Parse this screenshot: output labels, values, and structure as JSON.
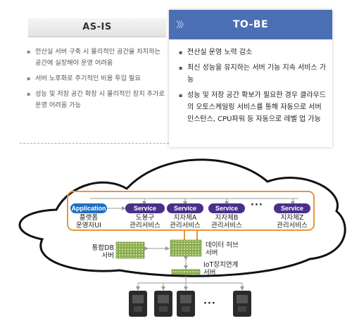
{
  "as_is": {
    "title": "AS-IS",
    "items": [
      "전산실 서버 구축 시 물리적인 공간을 차지하는 공간에 실장해야 운영 어려움",
      "서버 노후화로 주기적인 비용 투입 필요",
      "성능 및 저장 공간 확장 시 물리적인 장치 추가로 운영 어려움 가능"
    ]
  },
  "to_be": {
    "title": "TO-BE",
    "chevrons": "〉〉〉",
    "items": [
      "전산실 운영 노력 감소",
      "최신 성능을 유지하는 서버 기능 지속 서비스 가능",
      "성능 및 저장 공간 확보가 필요한 경우 클라우드의 오토스케일링 서비스를 통해 자동으로 서버 인스턴스, CPU파워 등 자동으로 레벨 업 가능"
    ]
  },
  "diagram": {
    "app_pill": "Application",
    "service_pill": "Service",
    "app_label_1": "플랫폼",
    "app_label_2": "운영자UI",
    "svc1_label_1": "도봉구",
    "svc1_label_2": "관리서비스",
    "svc2_label_1": "지자체A",
    "svc2_label_2": "관리서비스",
    "svc3_label_1": "지자체B",
    "svc3_label_2": "관리서비스",
    "svc4_label_1": "지자체Z",
    "svc4_label_2": "관리서비스",
    "ellipsis": "···",
    "db_label_1": "통합DB",
    "db_label_2": "서버",
    "hub_label_1": "데이터 허브",
    "hub_label_2": "서버",
    "iot_label_1": "IoT장치연계",
    "iot_label_2": "서버",
    "device_ellipsis": "···"
  },
  "colors": {
    "tobe_header": "#4a6fb5",
    "service_pill": "#4a2f8a",
    "app_pill": "#1f6fc4",
    "orange_box": "#e8963a",
    "server_green": "#7fa34a"
  }
}
